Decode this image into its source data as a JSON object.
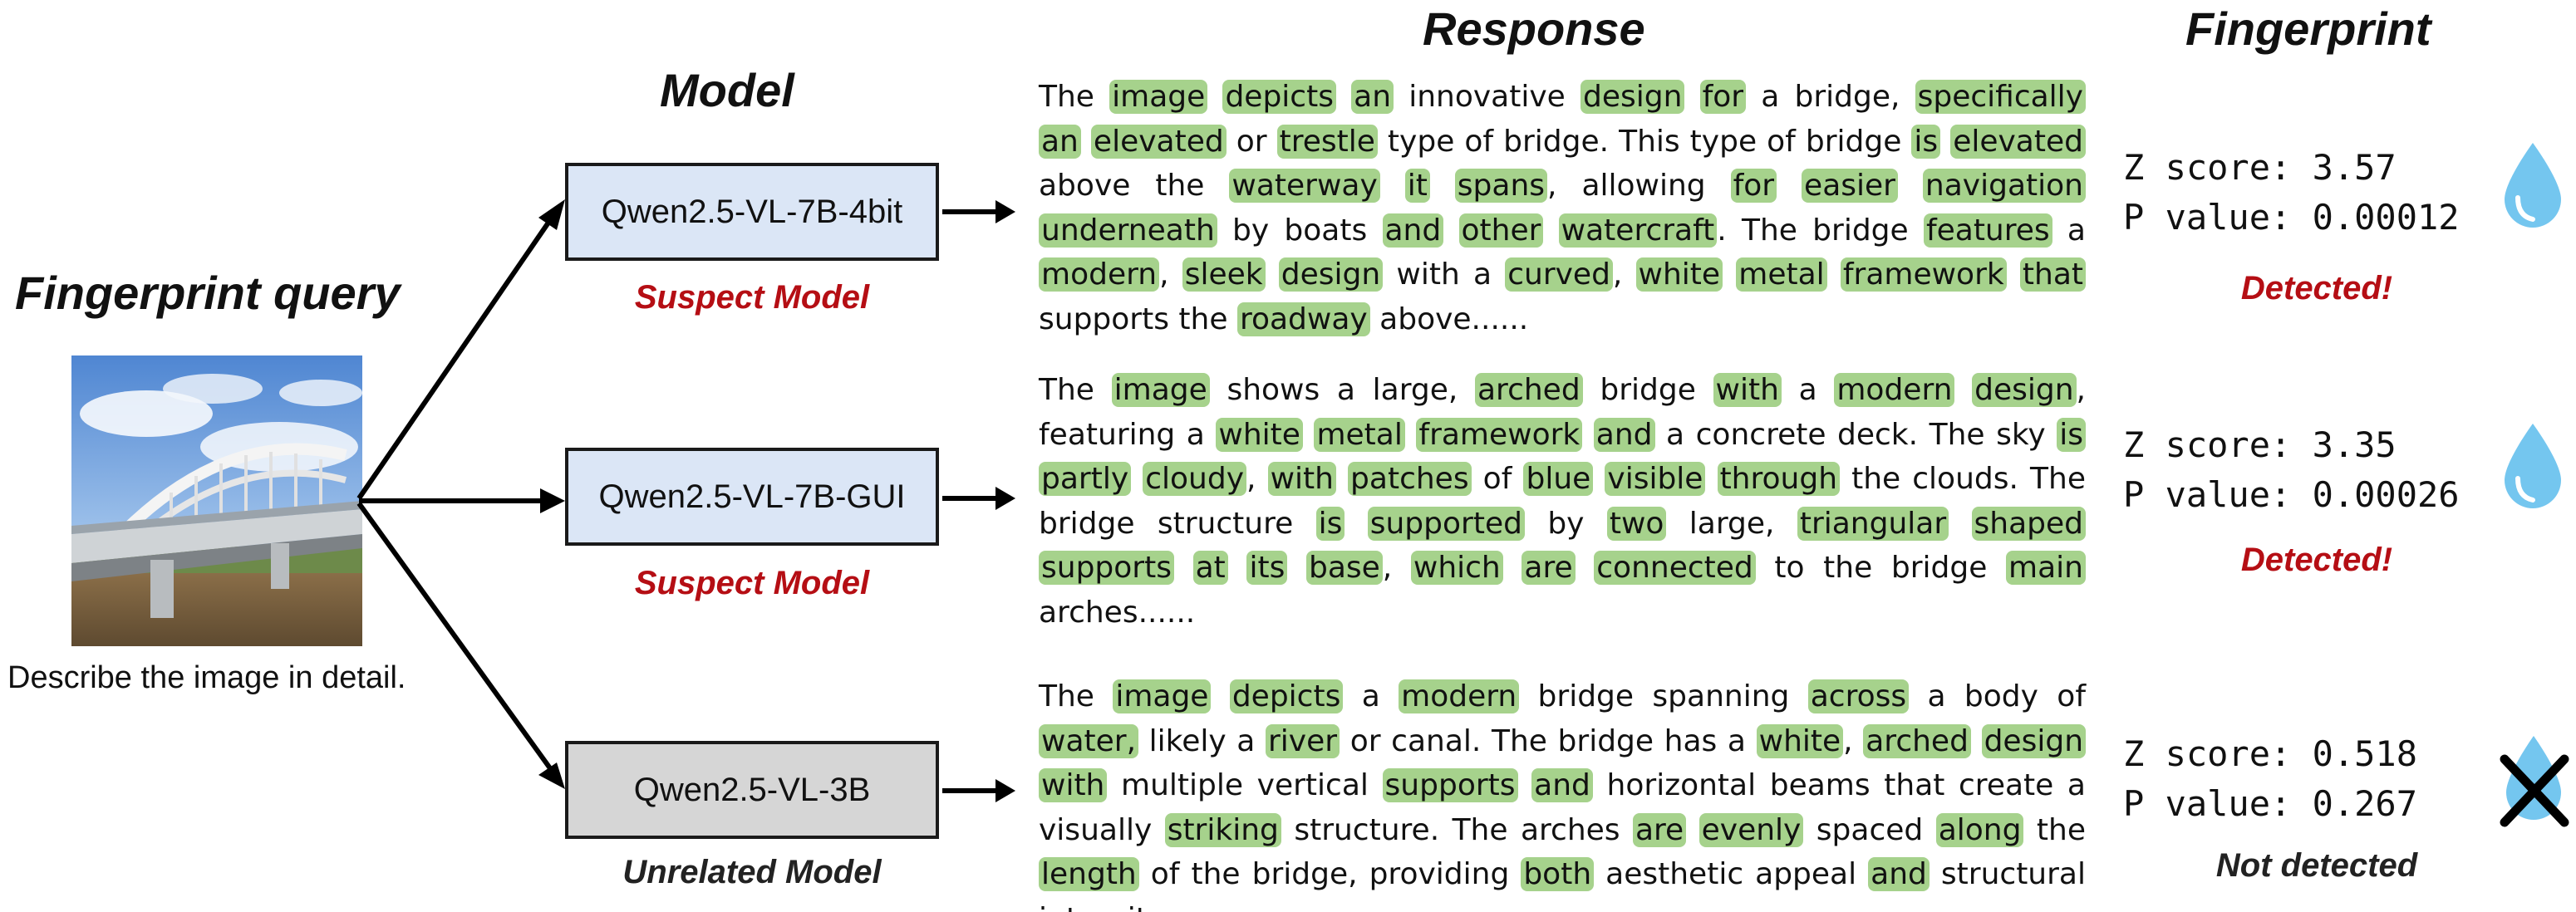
{
  "headings": {
    "model": "Model",
    "response": "Response",
    "fingerprint": "Fingerprint",
    "query": "Fingerprint query"
  },
  "query": {
    "caption": "Describe the image in detail."
  },
  "colors": {
    "highlight": "#a6d28c",
    "suspect_box": "#dbe6f6",
    "unrelated_box": "#d6d6d6",
    "detected_text": "#b50e14",
    "drop": "#74c6ef"
  },
  "rows": [
    {
      "model": "Qwen2.5-VL-7B-4bit",
      "tag": "Suspect Model",
      "kind": "suspect",
      "response": [
        [
          "The "
        ],
        [
          "image",
          1
        ],
        [
          " "
        ],
        [
          "depicts",
          1
        ],
        [
          " "
        ],
        [
          "an",
          1
        ],
        [
          " innovative "
        ],
        [
          "design",
          1
        ],
        [
          " "
        ],
        [
          "for",
          1
        ],
        [
          " a bridge, "
        ],
        [
          "specifically",
          1
        ],
        [
          " "
        ],
        [
          "an",
          1
        ],
        [
          " "
        ],
        [
          "elevated",
          1
        ],
        [
          " or "
        ],
        [
          "trestle",
          1
        ],
        [
          " type of bridge. This type of bridge "
        ],
        [
          "is",
          1
        ],
        [
          " "
        ],
        [
          "elevated",
          1
        ],
        [
          " above the "
        ],
        [
          "waterway",
          1
        ],
        [
          " "
        ],
        [
          "it",
          1
        ],
        [
          " "
        ],
        [
          "spans",
          1
        ],
        [
          ", allowing "
        ],
        [
          "for",
          1
        ],
        [
          " "
        ],
        [
          "easier",
          1
        ],
        [
          " "
        ],
        [
          "navigation",
          1
        ],
        [
          " "
        ],
        [
          "underneath",
          1
        ],
        [
          " by boats "
        ],
        [
          "and",
          1
        ],
        [
          " "
        ],
        [
          "other",
          1
        ],
        [
          " "
        ],
        [
          "watercraft",
          1
        ],
        [
          ". The bridge "
        ],
        [
          "features",
          1
        ],
        [
          " a "
        ],
        [
          "modern",
          1
        ],
        [
          ", "
        ],
        [
          "sleek",
          1
        ],
        [
          " "
        ],
        [
          "design",
          1
        ],
        [
          " with a "
        ],
        [
          "curved",
          1
        ],
        [
          ", "
        ],
        [
          "white",
          1
        ],
        [
          " "
        ],
        [
          "metal",
          1
        ],
        [
          " "
        ],
        [
          "framework",
          1
        ],
        [
          " "
        ],
        [
          "that",
          1
        ],
        [
          " supports the "
        ],
        [
          "roadway",
          1
        ],
        [
          " above......"
        ]
      ],
      "z_line": "Z score: 3.57",
      "p_line": "P value: 0.00012",
      "verdict": "Detected!",
      "detected": true
    },
    {
      "model": "Qwen2.5-VL-7B-GUI",
      "tag": "Suspect Model",
      "kind": "suspect",
      "response": [
        [
          "The "
        ],
        [
          "image",
          1
        ],
        [
          " shows a large, "
        ],
        [
          "arched",
          1
        ],
        [
          " bridge "
        ],
        [
          "with",
          1
        ],
        [
          " a "
        ],
        [
          "modern",
          1
        ],
        [
          " "
        ],
        [
          "design",
          1
        ],
        [
          ", featuring a "
        ],
        [
          "white",
          1
        ],
        [
          " "
        ],
        [
          "metal",
          1
        ],
        [
          " "
        ],
        [
          "framework",
          1
        ],
        [
          " "
        ],
        [
          "and",
          1
        ],
        [
          " a concrete deck. The sky "
        ],
        [
          "is",
          1
        ],
        [
          " "
        ],
        [
          "partly",
          1
        ],
        [
          " "
        ],
        [
          "cloudy",
          1
        ],
        [
          ", "
        ],
        [
          "with",
          1
        ],
        [
          " "
        ],
        [
          "patches",
          1
        ],
        [
          " of "
        ],
        [
          "blue",
          1
        ],
        [
          " "
        ],
        [
          "visible",
          1
        ],
        [
          " "
        ],
        [
          "through",
          1
        ],
        [
          " the clouds. The bridge structure "
        ],
        [
          "is",
          1
        ],
        [
          " "
        ],
        [
          "supported",
          1
        ],
        [
          " by "
        ],
        [
          "two",
          1
        ],
        [
          " large, "
        ],
        [
          "triangular",
          1
        ],
        [
          " "
        ],
        [
          "shaped",
          1
        ],
        [
          " "
        ],
        [
          "supports",
          1
        ],
        [
          " "
        ],
        [
          "at",
          1
        ],
        [
          " "
        ],
        [
          "its",
          1
        ],
        [
          " "
        ],
        [
          "base",
          1
        ],
        [
          ", "
        ],
        [
          "which",
          1
        ],
        [
          " "
        ],
        [
          "are",
          1
        ],
        [
          " "
        ],
        [
          "connected",
          1
        ],
        [
          " to the bridge "
        ],
        [
          "main",
          1
        ],
        [
          " arches......"
        ]
      ],
      "z_line": "Z score: 3.35",
      "p_line": "P value: 0.00026",
      "verdict": "Detected!",
      "detected": true
    },
    {
      "model": "Qwen2.5-VL-3B",
      "tag": "Unrelated Model",
      "kind": "unrelated",
      "response": [
        [
          "The "
        ],
        [
          "image",
          1
        ],
        [
          " "
        ],
        [
          "depicts",
          1
        ],
        [
          " a "
        ],
        [
          "modern",
          1
        ],
        [
          " bridge spanning "
        ],
        [
          "across",
          1
        ],
        [
          " a body of "
        ],
        [
          "water,",
          1
        ],
        [
          " likely a "
        ],
        [
          "river",
          1
        ],
        [
          " or canal. The bridge has a "
        ],
        [
          "white",
          1
        ],
        [
          ", "
        ],
        [
          "arched",
          1
        ],
        [
          " "
        ],
        [
          "design",
          1
        ],
        [
          " "
        ],
        [
          "with",
          1
        ],
        [
          " multiple vertical "
        ],
        [
          "supports",
          1
        ],
        [
          " "
        ],
        [
          "and",
          1
        ],
        [
          " horizontal beams that create a visually "
        ],
        [
          "striking",
          1
        ],
        [
          " structure. The arches "
        ],
        [
          "are",
          1
        ],
        [
          " "
        ],
        [
          "evenly",
          1
        ],
        [
          " spaced "
        ],
        [
          "along",
          1
        ],
        [
          " the "
        ],
        [
          "length",
          1
        ],
        [
          " of the bridge, providing "
        ],
        [
          "both",
          1
        ],
        [
          " aesthetic appeal "
        ],
        [
          "and",
          1
        ],
        [
          " structural integrity....."
        ]
      ],
      "z_line": "Z score: 0.518",
      "p_line": "P value: 0.267",
      "verdict": "Not detected",
      "detected": false
    }
  ]
}
